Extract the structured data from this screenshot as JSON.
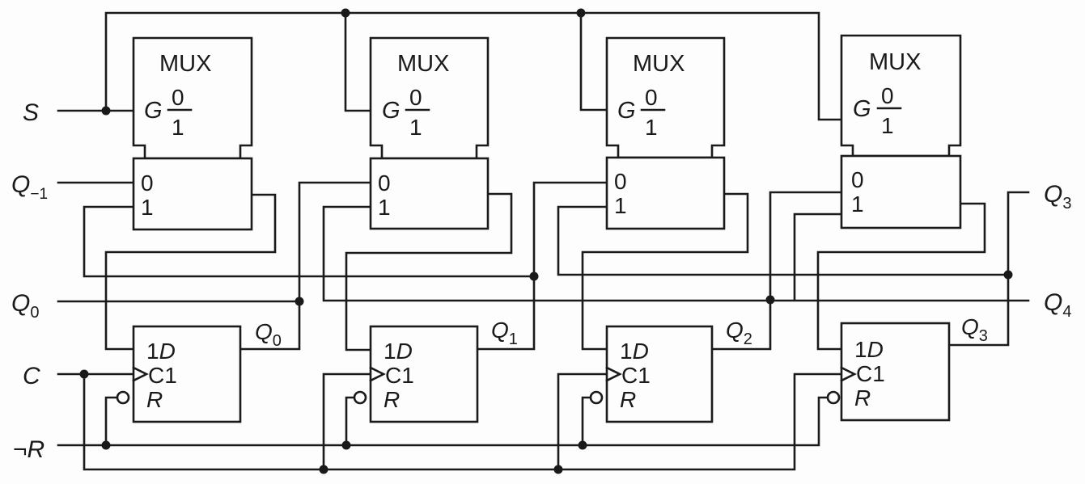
{
  "inputs": {
    "s": "S",
    "q_minus1": "Q",
    "q_minus1_sub": "−1",
    "q0": "Q",
    "q0_sub": "0",
    "c": "C",
    "not_r": "¬R"
  },
  "outputs": {
    "q3": "Q",
    "q3_sub": "3",
    "q4": "Q",
    "q4_sub": "4"
  },
  "mux_cells": [
    {
      "title": "MUX",
      "g": "G",
      "g_top": "0",
      "g_bottom": "1",
      "in0": "0",
      "in1": "1"
    },
    {
      "title": "MUX",
      "g": "G",
      "g_top": "0",
      "g_bottom": "1",
      "in0": "0",
      "in1": "1"
    },
    {
      "title": "MUX",
      "g": "G",
      "g_top": "0",
      "g_bottom": "1",
      "in0": "0",
      "in1": "1"
    },
    {
      "title": "MUX",
      "g": "G",
      "g_top": "0",
      "g_bottom": "1",
      "in0": "0",
      "in1": "1"
    }
  ],
  "flipflops": [
    {
      "d": "1D",
      "c": "C1",
      "r": "R",
      "out": "Q",
      "out_sub": "0"
    },
    {
      "d": "1D",
      "c": "C1",
      "r": "R",
      "out": "Q",
      "out_sub": "1"
    },
    {
      "d": "1D",
      "c": "C1",
      "r": "R",
      "out": "Q",
      "out_sub": "2"
    },
    {
      "d": "1D",
      "c": "C1",
      "r": "R",
      "out": "Q",
      "out_sub": "3"
    }
  ]
}
